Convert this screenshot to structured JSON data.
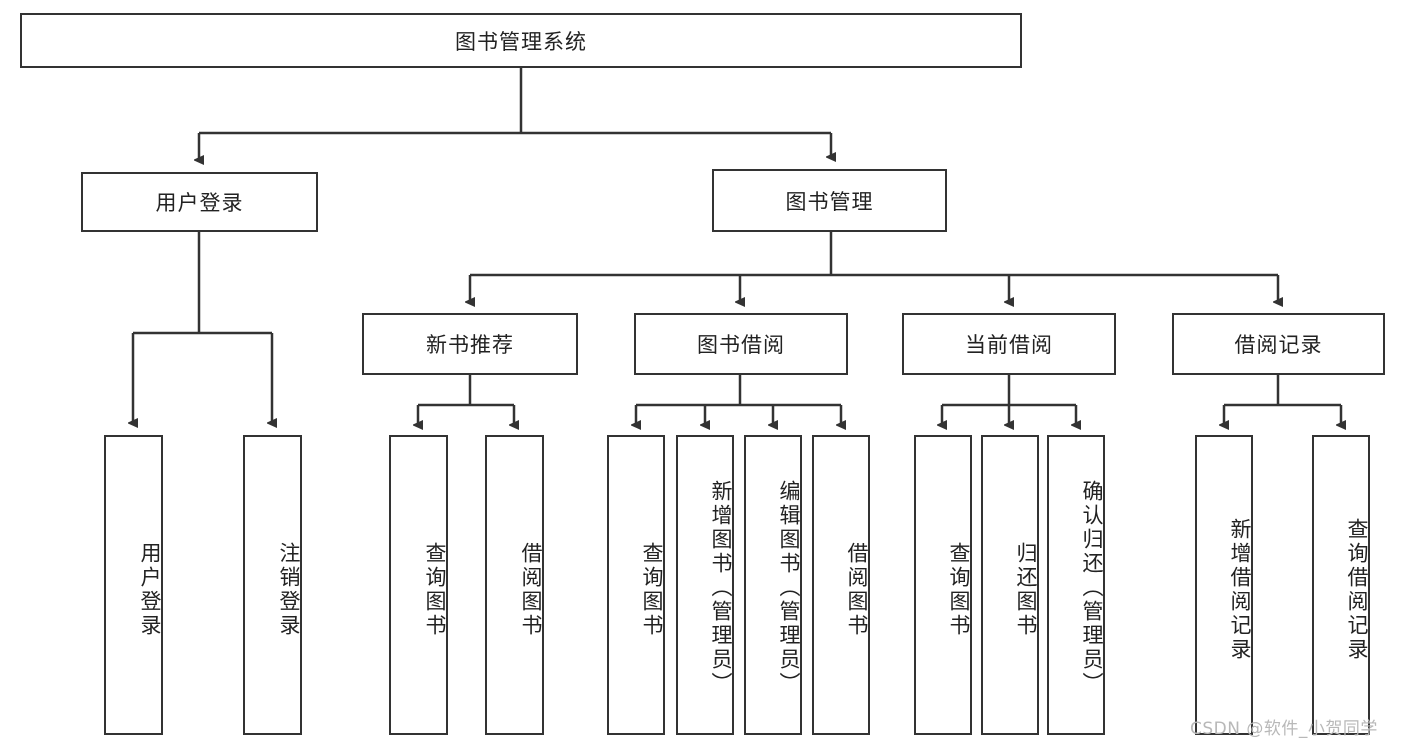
{
  "diagram": {
    "type": "tree-hierarchy",
    "root": {
      "label": "图书管理系统"
    },
    "level1": [
      {
        "label": "用户登录"
      },
      {
        "label": "图书管理"
      }
    ],
    "level2": [
      {
        "label": "新书推荐"
      },
      {
        "label": "图书借阅"
      },
      {
        "label": "当前借阅"
      },
      {
        "label": "借阅记录"
      }
    ],
    "leaves": {
      "user_login": [
        {
          "label": "用户登录"
        },
        {
          "label": "注销登录"
        }
      ],
      "new_book_recommend": [
        {
          "label": "查询图书"
        },
        {
          "label": "借阅图书"
        }
      ],
      "book_borrow": [
        {
          "label": "查询图书"
        },
        {
          "label": "新增图书（管理员）"
        },
        {
          "label": "编辑图书（管理员）"
        },
        {
          "label": "借阅图书"
        }
      ],
      "current_borrow": [
        {
          "label": "查询图书"
        },
        {
          "label": "归还图书"
        },
        {
          "label": "确认归还（管理员）"
        }
      ],
      "borrow_record": [
        {
          "label": "新增借阅记录"
        },
        {
          "label": "查询借阅记录"
        }
      ]
    }
  },
  "watermark": {
    "text": "CSDN @软件_小贺同学"
  },
  "colors": {
    "stroke": "#333333",
    "background": "#ffffff",
    "text": "#222222",
    "watermark": "#b8b8b8"
  }
}
